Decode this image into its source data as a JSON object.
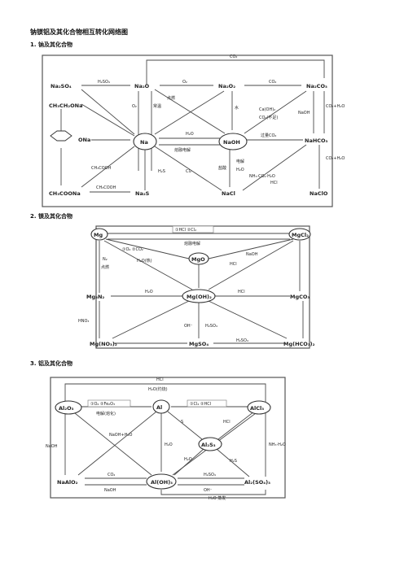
{
  "title": "钠镁铝及其化合物相互转化网络图",
  "sections": [
    {
      "label": "1. 钠及其化合物"
    },
    {
      "label": "2. 镁及其化合物"
    },
    {
      "label": "3. 铝及其化合物"
    }
  ],
  "sodium": {
    "nodes": {
      "na2so4": "Na₂SO₄",
      "na2o": "Na₂O",
      "na2o2": "Na₂O₂",
      "na2co3": "Na₂CO₃",
      "ch3ch2ona": "CH₃CH₂ONa",
      "phenol": "ONa",
      "na": "Na",
      "naoh": "NaOH",
      "nahco3": "NaHCO₃",
      "ch3coona": "CH₃COONa",
      "na2s": "Na₂S",
      "nacl": "NaCl",
      "naclo": "NaClO"
    },
    "labels": {
      "top_co2": "CO₂",
      "h2so4": "H₂SO₄",
      "o2": "O₂",
      "co2": "CO₂",
      "o2_side": "O₂",
      "changwen": "常温",
      "dianran": "点燃",
      "shui": "水",
      "h2o": "H₂O",
      "rongrong": "熔融电解",
      "ca_oh": "Ca(OH)₂",
      "co2_bu": "CO₂(不足)",
      "guoliang": "过量CO₂",
      "ch3cooh": "CH₃COOH",
      "ch3cooh2": "CH₃COOH",
      "h2s": "H₂S",
      "cl2": "Cl₂",
      "yansuan": "盐酸",
      "dianjie": "电解",
      "h2o2": "H₂O",
      "hcl": "HCl",
      "co2h2o": "CO₂+H₂O",
      "nh3": "NH₃·CO₂·H₂O",
      "co2h2o_b": "CO₂+H₂O",
      "naoh_side": "NaOH"
    }
  },
  "magnesium": {
    "nodes": {
      "mg": "Mg",
      "mgcl2": "MgCl₂",
      "mgo": "MgO",
      "mg3n2": "Mg₃N₂",
      "mgoh2": "Mg(OH)₂",
      "mgco3": "MgCO₃",
      "mgno3": "Mg(NO₃)₂",
      "mgso4": "MgSO₄",
      "mghco3": "Mg(HCO₃)₂"
    },
    "labels": {
      "hcl_cl2": "①HCl ②Cl₂",
      "rongrong": "熔融电解",
      "o2_co2": "①O₂ ②CO₂",
      "h2o_re": "H₂O(热)",
      "n2": "N₂",
      "dianran": "点燃",
      "hcl2": "HCl",
      "naoh": "NaOH",
      "h2o": "H₂O",
      "hno3": "HNO₃",
      "hcl3": "HCl",
      "oh": "OH⁻",
      "h2so4": "H₂SO₄",
      "h2so4b": "H₂SO₄"
    }
  },
  "aluminium": {
    "nodes": {
      "al2o3": "Al₂O₃",
      "al": "Al",
      "alcl3": "AlCl₃",
      "al2s3": "Al₂S₃",
      "naalo2": "NaAlO₂",
      "aloh3": "Al(OH)₃",
      "al2so4": "Al₂(SO₄)₃"
    },
    "labels": {
      "hcl": "HCl",
      "h2o_re": "H₂O(灼烧)",
      "o2_fe": "①O₂ ②Fe₂O₃",
      "dianjie": "电解(熔化)",
      "cl2_hcl": "①Cl₂ ②HCl",
      "naoh": "NaOH",
      "naoh_h2o": "NaOH+H₂O",
      "s": "S",
      "h2o": "H₂O",
      "hcl2": "HCl",
      "co2": "CO₂",
      "nh3": "NH₃·H₂O",
      "naoh2": "NaOH",
      "h2so4": "H₂SO₄",
      "oh": "OH⁻",
      "h2o_rx": "H₂O",
      "h2s": "H₂S",
      "h2o_b": "H₂O 蒸发"
    }
  }
}
